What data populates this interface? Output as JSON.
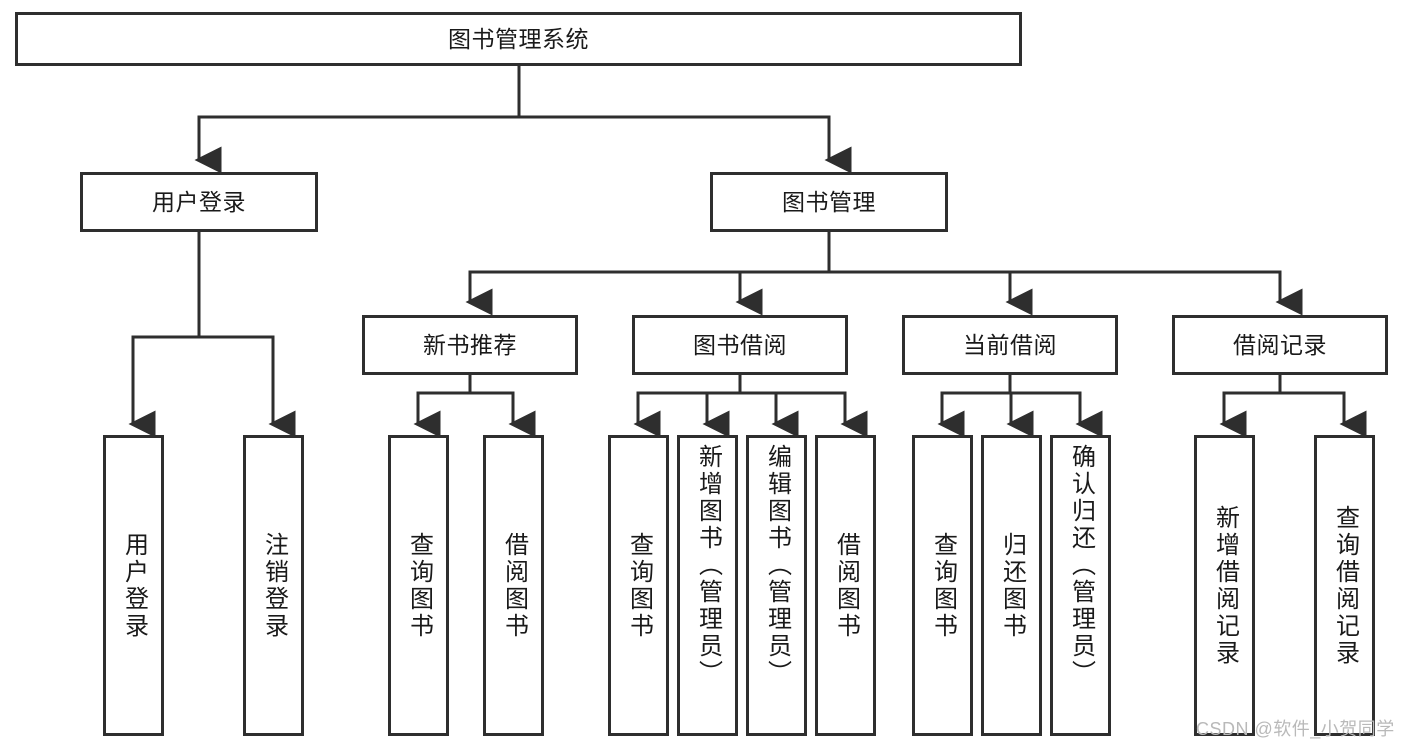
{
  "diagram": {
    "title": "图书管理系统",
    "type": "tree-hierarchy-flowchart",
    "watermark": "CSDN @软件_小贺同学",
    "colors": {
      "stroke": "#2e2e2e",
      "fill": "#ffffff",
      "text": "#1a1a1a",
      "watermark": "#b9b9b9"
    },
    "root": {
      "label": "图书管理系统"
    },
    "level2": [
      {
        "label": "用户登录"
      },
      {
        "label": "图书管理"
      }
    ],
    "level3": [
      {
        "label": "新书推荐"
      },
      {
        "label": "图书借阅"
      },
      {
        "label": "当前借阅"
      },
      {
        "label": "借阅记录"
      }
    ],
    "leaves": {
      "user_login": [
        {
          "label": "用户登录"
        },
        {
          "label": "注销登录"
        }
      ],
      "new_book": [
        {
          "label": "查询图书"
        },
        {
          "label": "借阅图书"
        }
      ],
      "book_borrow": [
        {
          "label": "查询图书"
        },
        {
          "label": "新增图书（管理员）"
        },
        {
          "label": "编辑图书（管理员）"
        },
        {
          "label": "借阅图书"
        }
      ],
      "current_borrow": [
        {
          "label": "查询图书"
        },
        {
          "label": "归还图书"
        },
        {
          "label": "确认归还（管理员）"
        }
      ],
      "borrow_record": [
        {
          "label": "新增借阅记录"
        },
        {
          "label": "查询借阅记录"
        }
      ]
    }
  }
}
